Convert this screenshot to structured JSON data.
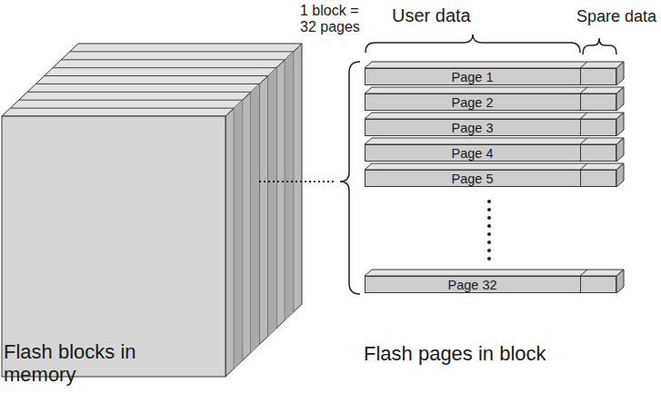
{
  "diagram": {
    "nodes": [
      {
        "text": [
          "Page 1"
        ]
      },
      {
        "text": [
          "Page 2"
        ]
      },
      {
        "text": [
          "Page 3"
        ]
      },
      {
        "text": [
          "Page 4"
        ]
      },
      {
        "text": [
          "Page 5"
        ]
      },
      {
        "text": [
          "Page 32"
        ]
      }
    ],
    "labels": [
      "1 block = 32 pages",
      "User data",
      "Spare data",
      "Flash blocks in memory",
      "Flash pages in block"
    ]
  }
}
